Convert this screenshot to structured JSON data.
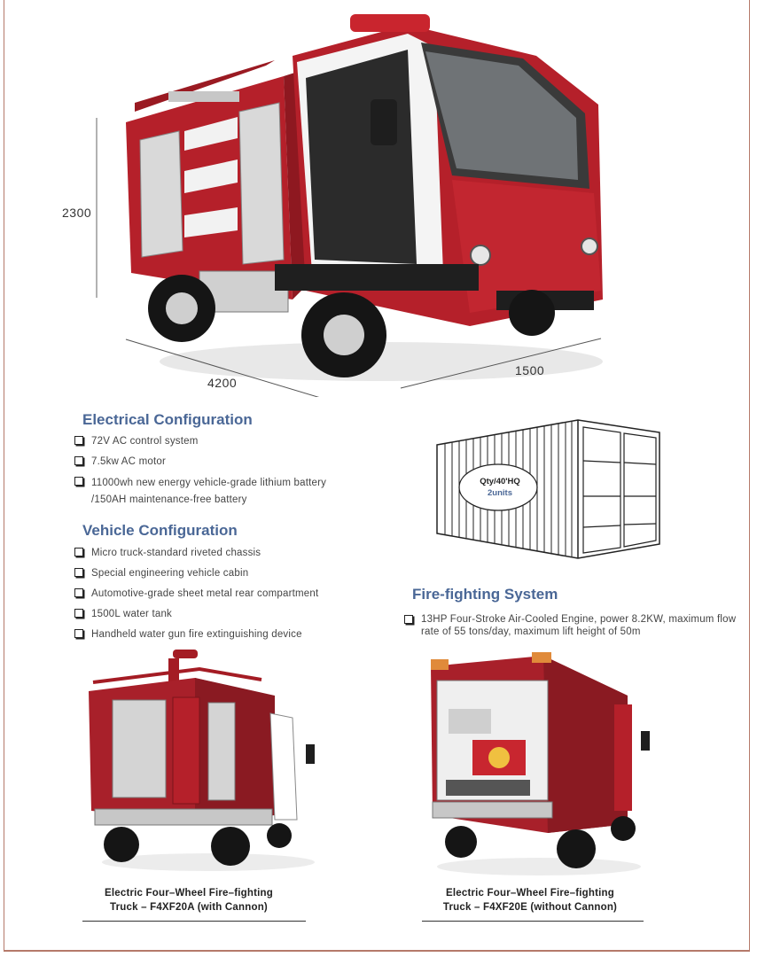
{
  "dimensions": {
    "height": "2300",
    "length": "4200",
    "width": "1500"
  },
  "electrical": {
    "title": "Electrical Configuration",
    "items": [
      "72V AC control system",
      "7.5kw AC motor",
      "11000wh new energy vehicle-grade lithium battery /150AH maintenance-free battery"
    ]
  },
  "vehicle": {
    "title": "Vehicle Configuration",
    "items": [
      "Micro truck-standard riveted chassis",
      "Special engineering vehicle cabin",
      "Automotive-grade sheet metal rear compartment",
      "1500L water tank",
      "Handheld water gun fire extinguishing device"
    ]
  },
  "container": {
    "qty_label": "Qty/40'HQ",
    "qty_value": "2units"
  },
  "firefighting": {
    "title": "Fire-fighting System",
    "items": [
      "13HP Four-Stroke Air-Cooled Engine, power 8.2KW, maximum flow rate of 55 tons/day, maximum lift height of 50m"
    ]
  },
  "products": [
    {
      "line1": "Electric Four–Wheel Fire–fighting",
      "line2": "Truck – F4XF20A (with Cannon)"
    },
    {
      "line1": "Electric Four–Wheel Fire–fighting",
      "line2": "Truck – F4XF20E (without Cannon)"
    }
  ],
  "colors": {
    "truck_red": "#b5202a",
    "heading_blue": "#4a6796",
    "frame": "#b5796a"
  }
}
